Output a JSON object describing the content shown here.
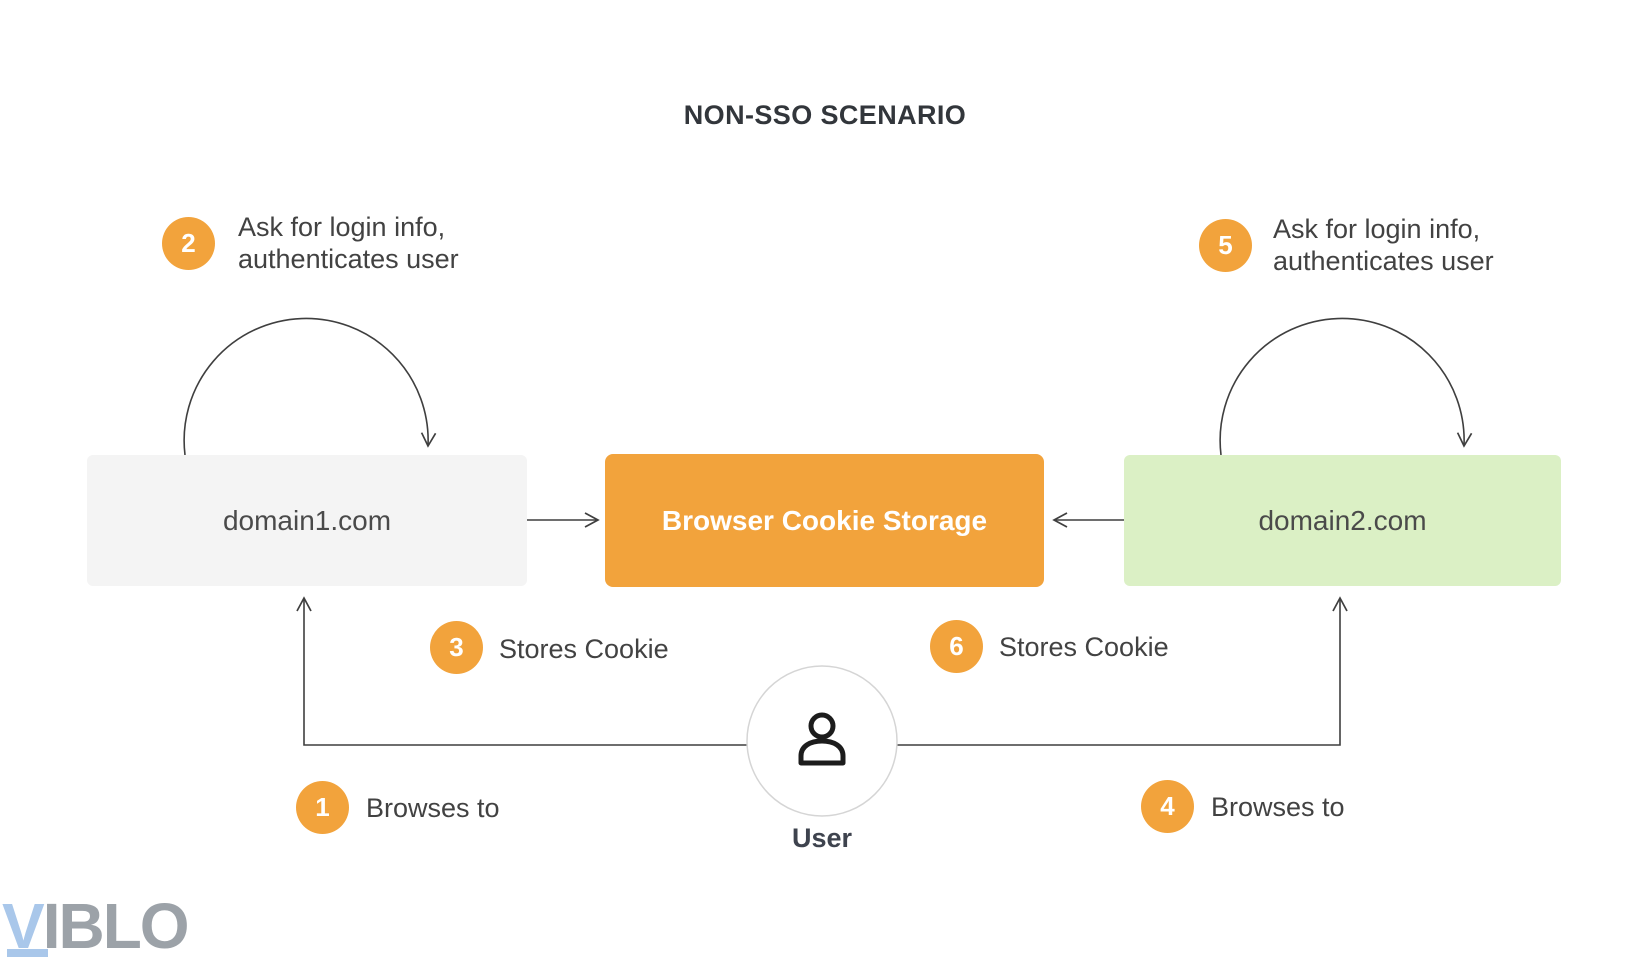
{
  "title": "NON-SSO SCENARIO",
  "colors": {
    "accent_orange": "#F2A33C",
    "gray_box": "#F4F4F4",
    "green_box": "#DBF0C5",
    "line": "#3F3F3F",
    "text": "#424242",
    "domain_text": "#4A4A4A",
    "title_text": "#32363B",
    "user_text": "#3E434E",
    "circle_border": "#D5D5D5",
    "person_stroke": "#1C1C1C",
    "logo_blue": "#A9C7EA",
    "logo_gray": "#9CA2A8"
  },
  "nodes": {
    "domain1": {
      "label": "domain1.com"
    },
    "cookie_storage": {
      "label": "Browser Cookie Storage"
    },
    "domain2": {
      "label": "domain2.com"
    },
    "user": {
      "label": "User",
      "icon": "person-icon"
    }
  },
  "steps": [
    {
      "number": "1",
      "label": "Browses to"
    },
    {
      "number": "2",
      "label_line1": "Ask for login info,",
      "label_line2": "authenticates user"
    },
    {
      "number": "3",
      "label": "Stores Cookie"
    },
    {
      "number": "4",
      "label": "Browses to"
    },
    {
      "number": "5",
      "label_line1": "Ask for login info,",
      "label_line2": "authenticates user"
    },
    {
      "number": "6",
      "label": "Stores Cookie"
    }
  ],
  "watermark": {
    "v": "V",
    "rest": "IBLO"
  }
}
